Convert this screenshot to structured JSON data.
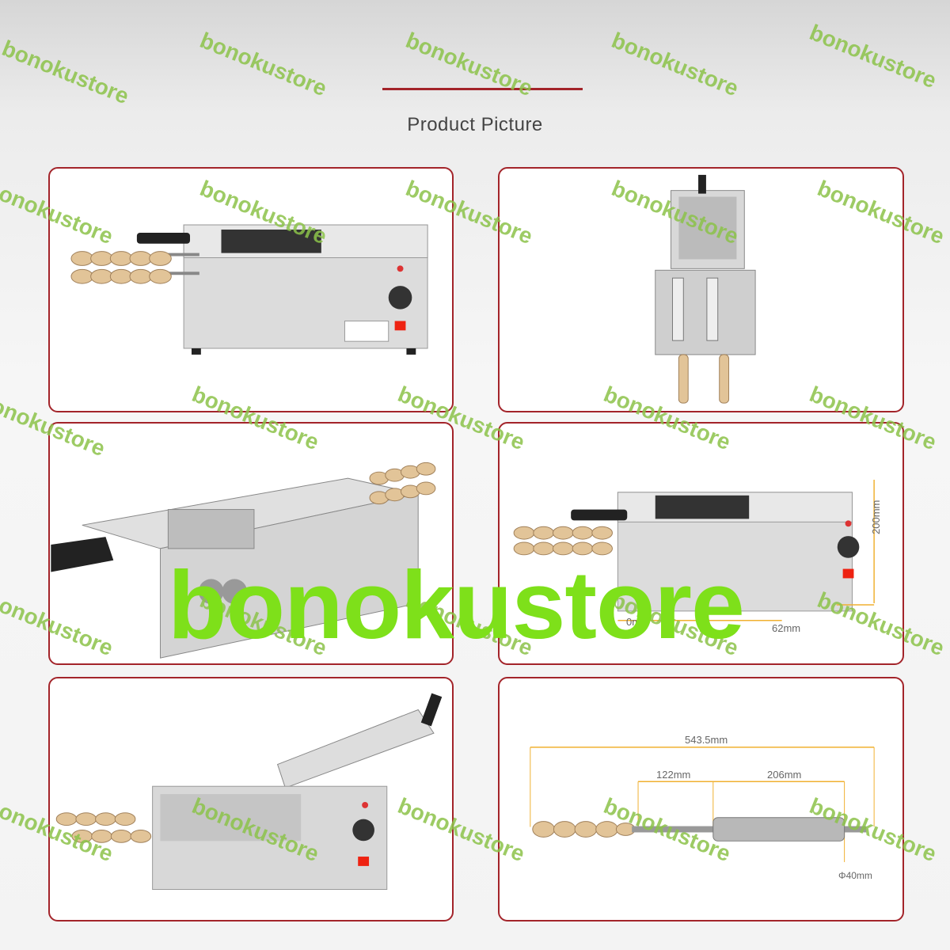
{
  "header": {
    "title": "Product Picture"
  },
  "watermark": {
    "text": "bonokustore"
  },
  "dimensions": {
    "height": "200mm",
    "width_partial_left": "0mm",
    "width_partial_right": "62mm",
    "stick_total": "543.5mm",
    "stick_handle": "122mm",
    "stick_roller": "206mm",
    "stick_diameter": "Φ40mm"
  },
  "colors": {
    "frame": "#a3242a",
    "watermark": "#8cc34a",
    "big_watermark": "#7ee01a",
    "dimension_line": "#f0b030"
  }
}
